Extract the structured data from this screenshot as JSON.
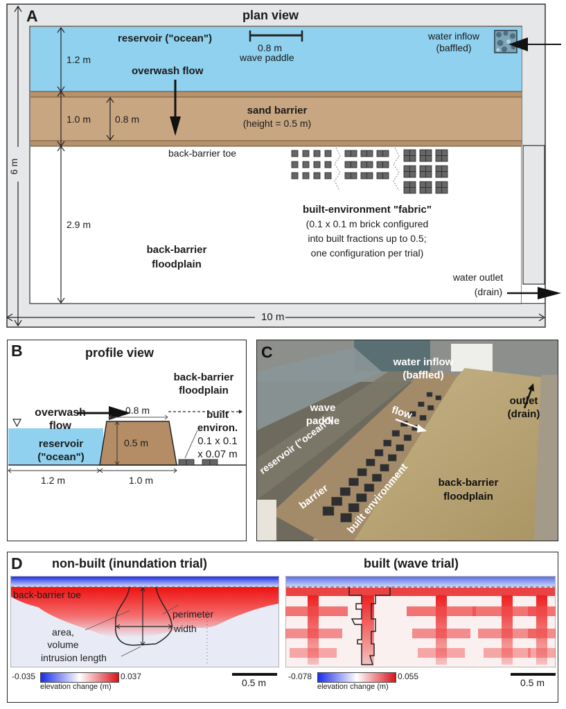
{
  "panelA": {
    "letter": "A",
    "title": "plan view",
    "reservoir_label": "reservoir (\"ocean\")",
    "wave_paddle_length": "0.8 m",
    "wave_paddle_label": "wave paddle",
    "water_inflow_line1": "water inflow",
    "water_inflow_line2": "(baffled)",
    "overwash_flow": "overwash flow",
    "sand_barrier_title": "sand barrier",
    "sand_barrier_height": "(height = 0.5 m)",
    "dim_reservoir": "1.2 m",
    "dim_barrier": "1.0 m",
    "dim_barrier_crest": "0.8 m",
    "dim_floodplain": "2.9 m",
    "dim_total_width": "6 m",
    "dim_total_length": "10 m",
    "back_barrier_toe": "back-barrier toe",
    "floodplain_line1": "back-barrier",
    "floodplain_line2": "floodplain",
    "fabric_title": "built-environment \"fabric\"",
    "fabric_desc_1": "(0.1 x 0.1 m brick configured",
    "fabric_desc_2": "into built fractions up to 0.5;",
    "fabric_desc_3": "one configuration per trial)",
    "water_outlet_line1": "water outlet",
    "water_outlet_line2": "(drain)"
  },
  "panelB": {
    "letter": "B",
    "title": "profile view",
    "floodplain_line1": "back-barrier",
    "floodplain_line2": "floodplain",
    "overwash_line1": "overwash",
    "overwash_line2": "flow",
    "built_line1": "built",
    "built_line2": "environ.",
    "built_dims_1": "0.1 x 0.1",
    "built_dims_2": "x 0.07 m",
    "reservoir_line1": "reservoir",
    "reservoir_line2": "(\"ocean\")",
    "crest_width": "0.8 m",
    "barrier_height": "0.5 m",
    "reservoir_width": "1.2 m",
    "barrier_base": "1.0 m"
  },
  "panelC": {
    "letter": "C",
    "water_inflow_line1": "water inflow",
    "water_inflow_line2": "(baffled)",
    "wave_line1": "wave",
    "wave_line2": "paddle",
    "flow": "flow",
    "reservoir": "reservoir (\"ocean\")",
    "barrier": "barrier",
    "built_environment": "built environment",
    "outlet_line1": "outlet",
    "outlet_line2": "(drain)",
    "floodplain_line1": "back-barrier",
    "floodplain_line2": "floodplain"
  },
  "panelD": {
    "letter": "D",
    "left": {
      "title": "non-built (inundation trial)",
      "toe_label": "back-barrier toe",
      "perimeter": "perimeter",
      "width": "width",
      "area_line1": "area,",
      "area_line2": "volume",
      "intrusion": "intrusion length",
      "cbar_min": "-0.035",
      "cbar_max": "0.037",
      "cbar_label": "elevation change (m)",
      "scale": "0.5 m"
    },
    "right": {
      "title": "built (wave trial)",
      "cbar_min": "-0.078",
      "cbar_max": "0.055",
      "cbar_label": "elevation change (m)",
      "scale": "0.5 m"
    }
  },
  "colors": {
    "reservoir": "#8fd1ee",
    "sand": "#c9a682",
    "sand_edge": "#b08a66",
    "basin_frame": "#e6e7e9",
    "brick": "#666666",
    "erosion_blue": "#2233ee",
    "deposition_red": "#e8141b"
  }
}
